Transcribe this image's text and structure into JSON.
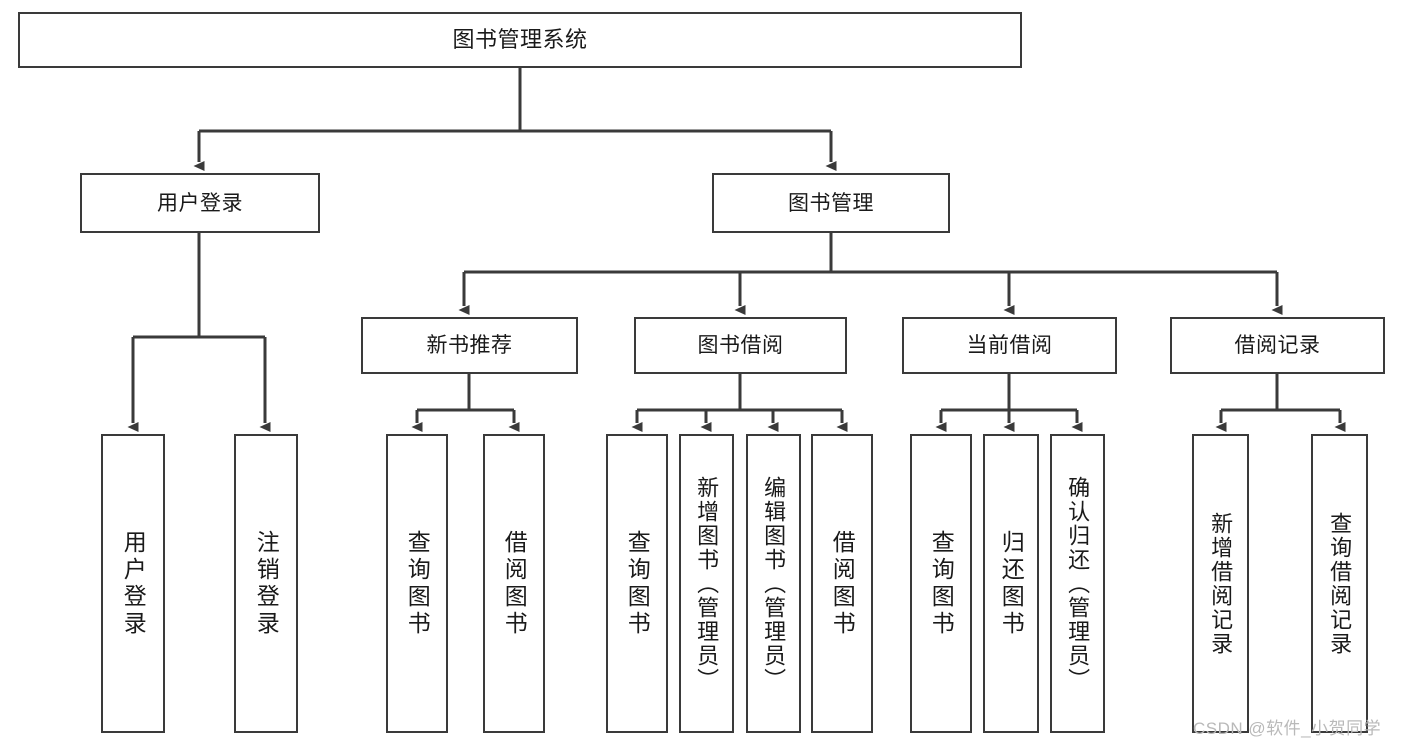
{
  "diagram": {
    "title": "图书管理系统",
    "type": "function-structure-tree",
    "root": {
      "label": "图书管理系统"
    },
    "level1": [
      {
        "label": "用户登录"
      },
      {
        "label": "图书管理"
      }
    ],
    "level2": [
      {
        "label": "新书推荐"
      },
      {
        "label": "图书借阅"
      },
      {
        "label": "当前借阅"
      },
      {
        "label": "借阅记录"
      }
    ],
    "leaves": {
      "user_login": [
        {
          "label": "用户登录"
        },
        {
          "label": "注销登录"
        }
      ],
      "new_book_recommend": [
        {
          "label": "查询图书"
        },
        {
          "label": "借阅图书"
        }
      ],
      "book_borrow": [
        {
          "label": "查询图书"
        },
        {
          "label": "新增图书（管理员）"
        },
        {
          "label": "编辑图书（管理员）"
        },
        {
          "label": "借阅图书"
        }
      ],
      "current_borrow": [
        {
          "label": "查询图书"
        },
        {
          "label": "归还图书"
        },
        {
          "label": "确认归还（管理员）"
        }
      ],
      "borrow_record": [
        {
          "label": "新增借阅记录"
        },
        {
          "label": "查询借阅记录"
        }
      ]
    }
  },
  "watermark": {
    "text": "CSDN @软件_小贺同学"
  },
  "colors": {
    "stroke": "#3a3a3a",
    "background": "#ffffff",
    "text": "#1a1a1a",
    "watermark": "#b9b9b9"
  }
}
